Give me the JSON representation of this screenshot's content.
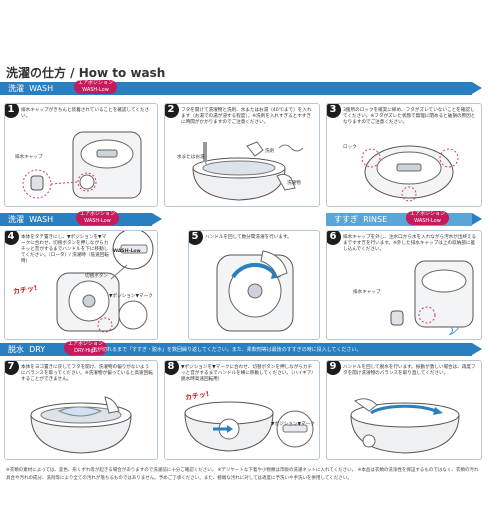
{
  "title": "洗濯の仕方 / How to wash",
  "sections": {
    "wash1": {
      "label": "洗濯",
      "en": "WASH",
      "badge_top": "エアポジション",
      "badge_bottom": "WASH-Low"
    },
    "wash2": {
      "label": "洗濯",
      "en": "WASH",
      "badge_top": "エアポジション",
      "badge_bottom": "WASH-Low"
    },
    "rinse": {
      "label": "すすぎ",
      "en": "RINSE",
      "badge_top": "エアポジション",
      "badge_bottom": "WASH-Low"
    },
    "dry": {
      "label": "脱水",
      "en": "DRY",
      "badge_top": "エアポジション",
      "badge_bottom": "DRY-High",
      "note": "圧が切れるまで「すすぎ・脱水」を数回繰り返してください。また、柔軟剤等は最後のすすぎの時に投入してください。"
    }
  },
  "steps": [
    {
      "num": "1",
      "text": "排水キャップがきちんと装着されていることを確認してください。",
      "label": "排水キャップ"
    },
    {
      "num": "2",
      "text": "フタを開けて洗濯物と洗剤、水またはお湯（40℃まで）を入れます（お湯での湯が浸する程度）。※洗剤を入れすぎるとすすぎに時間がかかりますのでご注意ください。",
      "label_a": "水またはお湯",
      "label_b": "洗剤",
      "label_c": "洗濯物"
    },
    {
      "num": "3",
      "text": "3箇所のロックを確実に締め、フタがズレていないことを確認してください。※フタがズレた状態で無理に閉めると破損の原因となりますのでご注意ください。",
      "label": "ロック"
    },
    {
      "num": "4",
      "text": "本体をタテ置きにし、▼ポジションを▼マークに合わせ、切替ボタンを押しながらカチッと音がするまでハンドルを下に移動してください。（ロータ）/ 洗濯時（低速回転時）",
      "label_a": "WASH-Low",
      "label_b": "切替ボタン",
      "label_c": "▼ポジション▼マーク",
      "kachi": "カチッ!"
    },
    {
      "num": "5",
      "text": "ハンドルを回して数分間洗濯を行います。"
    },
    {
      "num": "6",
      "text": "排水キャップを外し、注水口から水を入れながら汚水が出終えるまですすぎを行います。※外した排水キャップは上の収納部に差し込んでください。",
      "label": "排水キャップ"
    },
    {
      "num": "7",
      "text": "本体をヨコ置きに戻してフタを開け、洗濯物の偏りがないようにバランスを取ってください。※洗濯物が偏っていると高速回転することができません。"
    },
    {
      "num": "8",
      "text": "▼ポジションを▼マークに合わせ、切替ボタンを押しながらカチッと音がするまでハンドルを横に移動してください。（ハイギア/脱水時高速回転用）",
      "label": "▼ポジション▼マーク",
      "kachi": "カチッ!"
    },
    {
      "num": "9",
      "text": "ハンドルを回して脱水を行います。振動が激しい場合は、再度フタを開け洗濯物のバランスを取り直してください。"
    }
  ],
  "footer": "※衣類の素材によっては、変色、形くずれ等が起きる場合がありますので洗濯前に十分ご確認ください。 ※デリケートな下着や小物類は市販の洗濯ネットに入れてください。 ※本品は衣類の洗浄性を保証するものではなく、衣類の汚れ具合や汚れの成分、洗剤等により全ての汚れが落ちるものではありません。予めご了承ください。また、極端な汚れに対しては適度に予洗いや手洗いを併用してください。"
}
